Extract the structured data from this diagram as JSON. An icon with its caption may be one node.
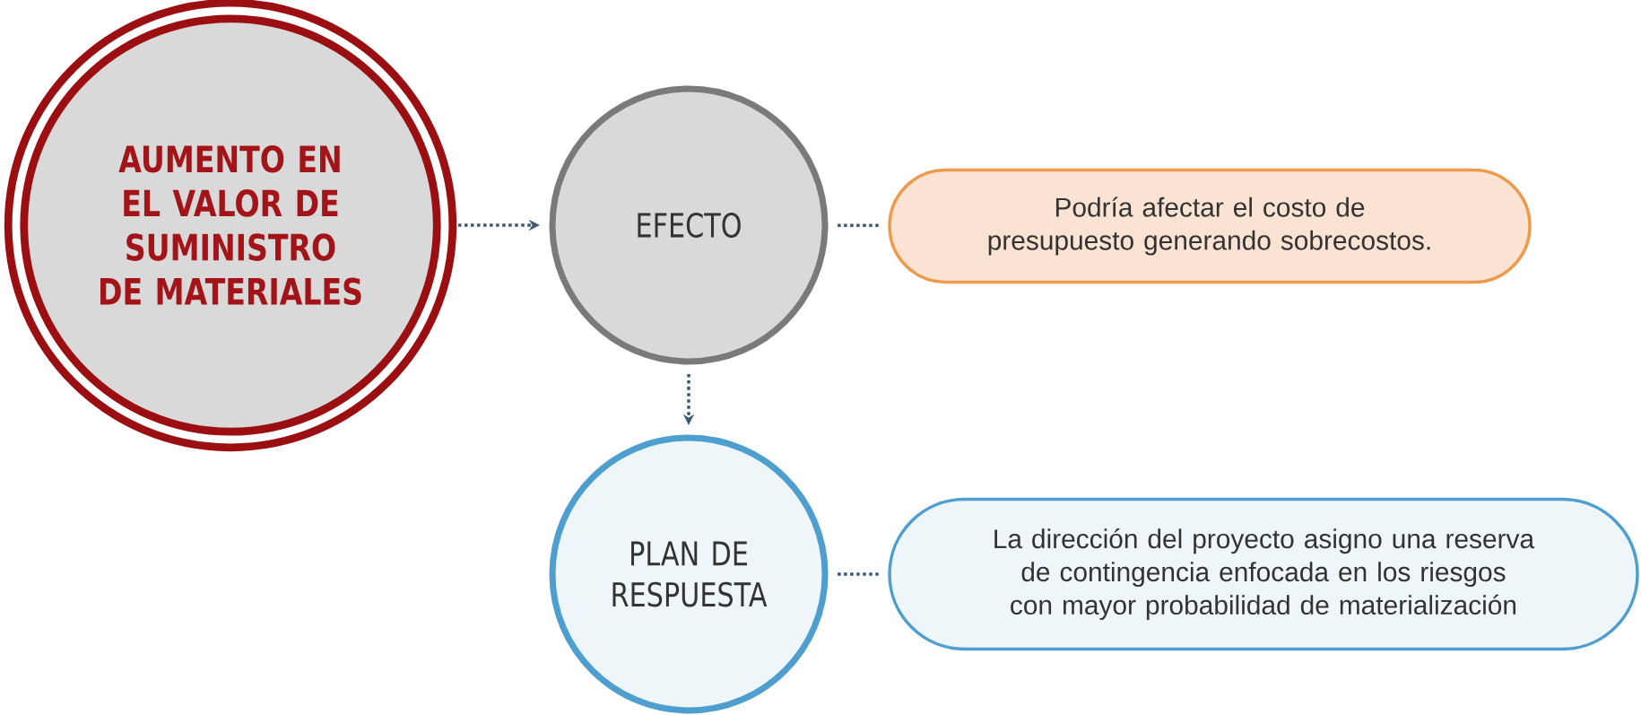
{
  "diagram": {
    "nodes": [
      {
        "text": [
          "AUMENTO EN EL VALOR DE SUMINISTRO DE MATERIALES"
        ]
      },
      {
        "text": [
          "EFECTO"
        ]
      },
      {
        "text": [
          "Podría afectar el costo de presupuesto generando sobrecostos."
        ]
      },
      {
        "text": [
          "PLAN DE RESPUESTA"
        ]
      },
      {
        "text": [
          "La dirección del proyecto asigno una reserva de contingencia enfocada en los riesgos con mayor probabilidad de materialización"
        ]
      }
    ],
    "edges": [
      {
        "from": 0,
        "to": 1,
        "arrow": "to"
      },
      {
        "from": 1,
        "to": 2,
        "arrow": "none"
      },
      {
        "from": 1,
        "to": 3,
        "arrow": "to"
      },
      {
        "from": 3,
        "to": 4,
        "arrow": "none"
      }
    ]
  }
}
